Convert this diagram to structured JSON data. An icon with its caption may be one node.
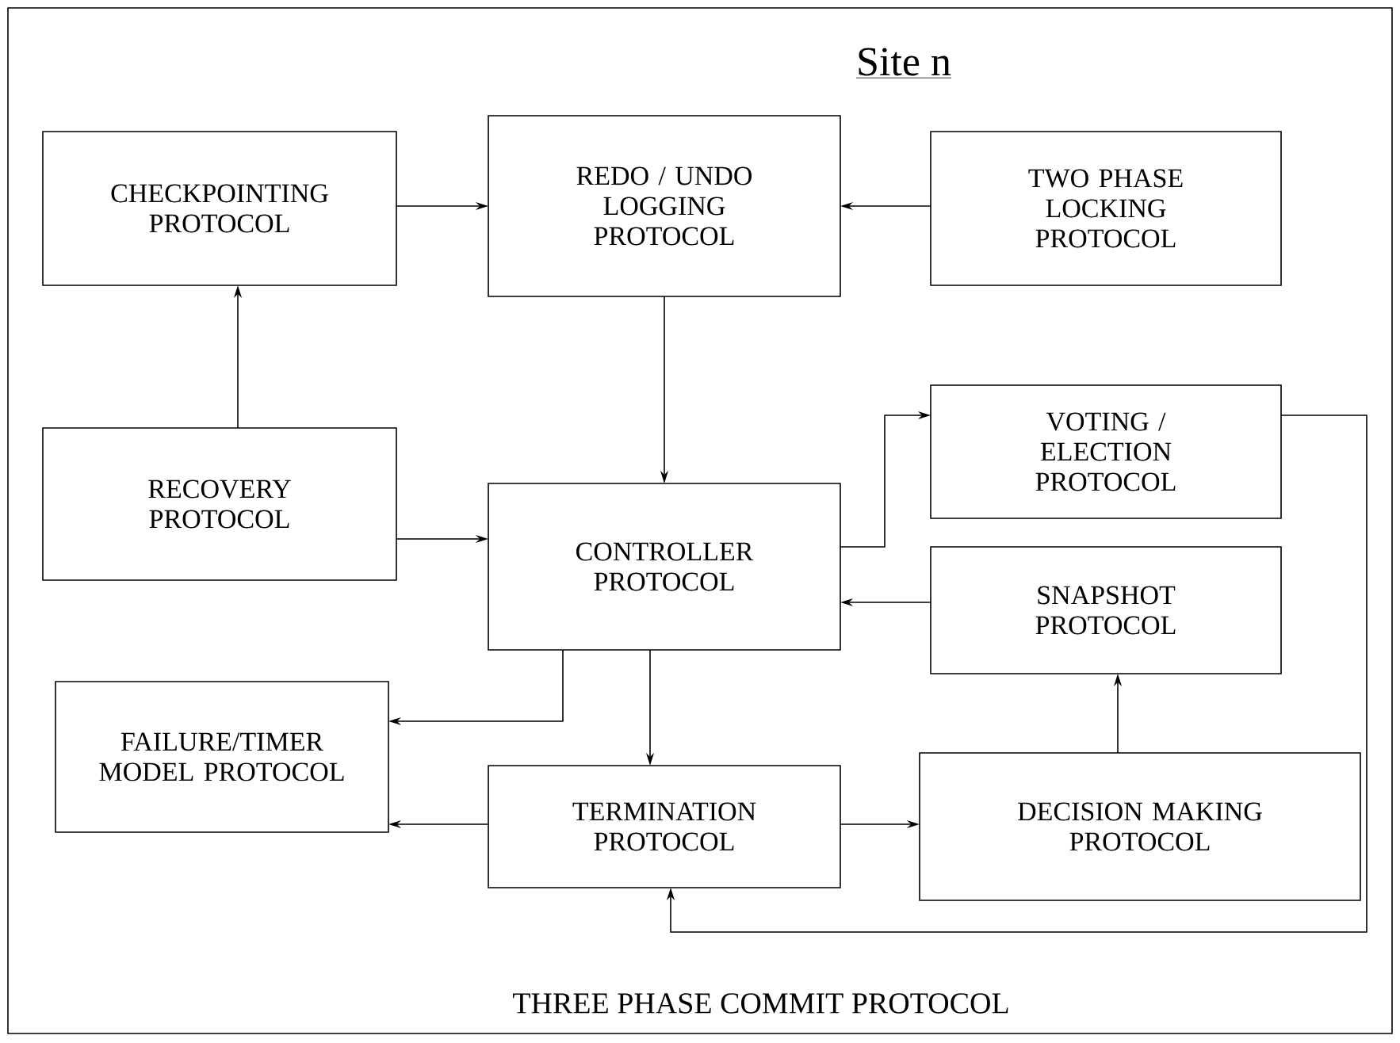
{
  "diagram": {
    "nodes": [
      {
        "text": [
          "Site n",
          "THREE PHASE COMMIT PROTOCOL"
        ]
      },
      {
        "text": [
          "CHECKPOINTING PROTOCOL"
        ],
        "in": 0
      },
      {
        "text": [
          "REDO / UNDO LOGGING PROTOCOL"
        ],
        "in": 0
      },
      {
        "text": [
          "TWO PHASE LOCKING PROTOCOL"
        ],
        "in": 0
      },
      {
        "text": [
          "VOTING / ELECTION PROTOCOL"
        ],
        "in": 0
      },
      {
        "text": [
          "RECOVERY PROTOCOL"
        ],
        "in": 0
      },
      {
        "text": [
          "CONTROLLER PROTOCOL"
        ],
        "in": 0
      },
      {
        "text": [
          "SNAPSHOT PROTOCOL"
        ],
        "in": 0
      },
      {
        "text": [
          "FAILURE/TIMER MODEL PROTOCOL"
        ],
        "in": 0
      },
      {
        "text": [
          "TERMINATION PROTOCOL"
        ],
        "in": 0
      },
      {
        "text": [
          "DECISION MAKING PROTOCOL"
        ],
        "in": 0
      }
    ],
    "edges": [
      {
        "from": 1,
        "to": 2,
        "arrow": "to"
      },
      {
        "from": 3,
        "to": 2,
        "arrow": "to"
      },
      {
        "from": 5,
        "to": 1,
        "arrow": "to"
      },
      {
        "from": 2,
        "to": 6,
        "arrow": "to"
      },
      {
        "from": 5,
        "to": 6,
        "arrow": "to"
      },
      {
        "from": 6,
        "to": 4,
        "arrow": "to"
      },
      {
        "from": 7,
        "to": 6,
        "arrow": "to"
      },
      {
        "from": 6,
        "to": 8,
        "arrow": "to"
      },
      {
        "from": 6,
        "to": 9,
        "arrow": "to"
      },
      {
        "from": 9,
        "to": 8,
        "arrow": "to"
      },
      {
        "from": 9,
        "to": 10,
        "arrow": "to"
      },
      {
        "from": 10,
        "to": 7,
        "arrow": "to"
      },
      {
        "from": 4,
        "to": 9,
        "arrow": "to"
      }
    ]
  }
}
